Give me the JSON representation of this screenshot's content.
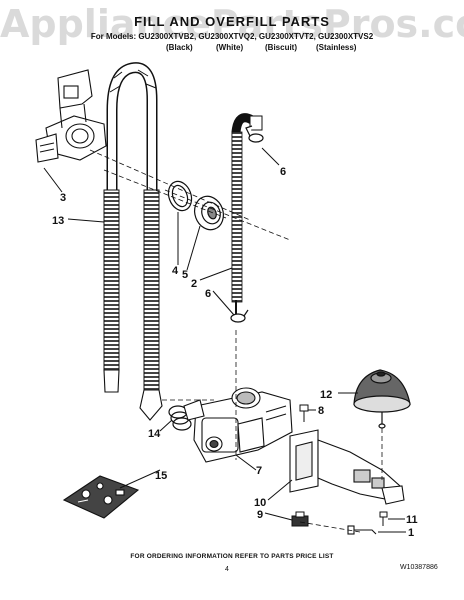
{
  "watermark": "AppliancePartsPros.com",
  "title": "FILL AND OVERFILL PARTS",
  "models": "For Models: GU2300XTVB2, GU2300XTVQ2, GU2300XTVT2, GU2300XTVS2",
  "finishes": [
    "(Black)",
    "(White)",
    "(Biscuit)",
    "(Stainless)"
  ],
  "callouts": [
    "3",
    "13",
    "6",
    "4",
    "5",
    "2",
    "6",
    "12",
    "8",
    "14",
    "15",
    "7",
    "10",
    "9",
    "11",
    "1"
  ],
  "footer": "FOR ORDERING INFORMATION REFER TO PARTS PRICE LIST",
  "page_number": "4",
  "part_number": "W10387886"
}
